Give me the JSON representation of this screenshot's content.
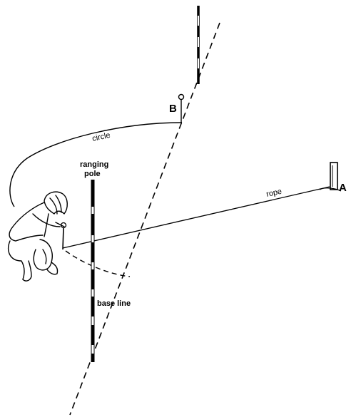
{
  "diagram": {
    "labels": {
      "point_a": "A",
      "point_b": "B",
      "circle": "circle",
      "rope": "rope",
      "ranging_pole_line1": "ranging",
      "ranging_pole_line2": "pole",
      "base_line": "base line"
    },
    "colors": {
      "ink": "#000000",
      "background": "#ffffff"
    }
  }
}
